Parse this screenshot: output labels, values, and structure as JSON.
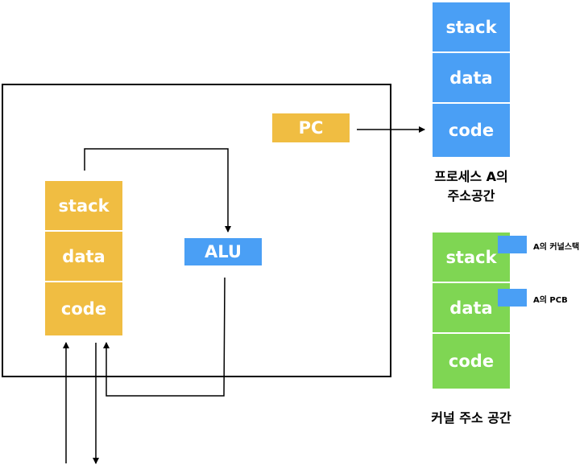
{
  "cpu": {
    "pc_label": "PC",
    "alu_label": "ALU",
    "memory_segments": [
      "stack",
      "data",
      "code"
    ]
  },
  "process_space": {
    "segments": [
      "stack",
      "data",
      "code"
    ],
    "caption_line1": "프로세스 A의",
    "caption_line2": "주소공간"
  },
  "kernel_space": {
    "segments": [
      "stack",
      "data",
      "code"
    ],
    "caption": "커널 주소 공간",
    "kernel_stack_label": "A의 커널스택",
    "pcb_label": "A의 PCB"
  },
  "colors": {
    "orange": "#f0bd42",
    "blue": "#4a9ff5",
    "green": "#7fd653"
  }
}
